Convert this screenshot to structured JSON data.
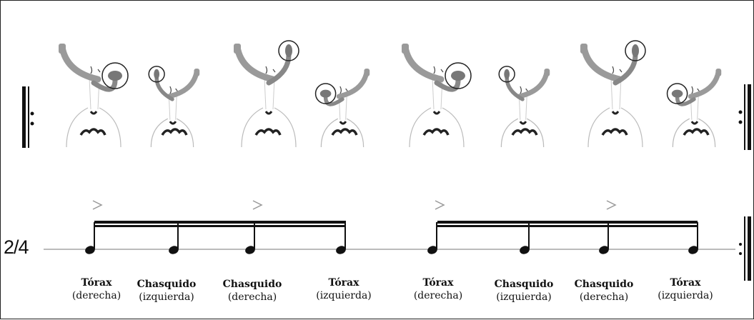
{
  "time_signature": "2/4",
  "beats": [
    {
      "name": "Tórax",
      "side": "(derecha)",
      "accent": true,
      "gesture": "chest-tap-right-hand-icon"
    },
    {
      "name": "Chasquido",
      "side": "(izquierda)",
      "accent": false,
      "gesture": "finger-snap-left-hand-icon"
    },
    {
      "name": "Chasquido",
      "side": "(derecha)",
      "accent": true,
      "gesture": "finger-snap-right-hand-icon"
    },
    {
      "name": "Tórax",
      "side": "(izquierda)",
      "accent": false,
      "gesture": "chest-tap-left-hand-icon"
    },
    {
      "name": "Tórax",
      "side": "(derecha)",
      "accent": true,
      "gesture": "chest-tap-right-hand-icon"
    },
    {
      "name": "Chasquido",
      "side": "(izquierda)",
      "accent": false,
      "gesture": "finger-snap-left-hand-icon"
    },
    {
      "name": "Chasquido",
      "side": "(derecha)",
      "accent": true,
      "gesture": "finger-snap-right-hand-icon"
    },
    {
      "name": "Tórax",
      "side": "(izquierda)",
      "accent": false,
      "gesture": "chest-tap-left-hand-icon"
    }
  ],
  "colors": {
    "ink": "#111111",
    "figure_gray": "#9a9a9a",
    "line": "#555555"
  }
}
